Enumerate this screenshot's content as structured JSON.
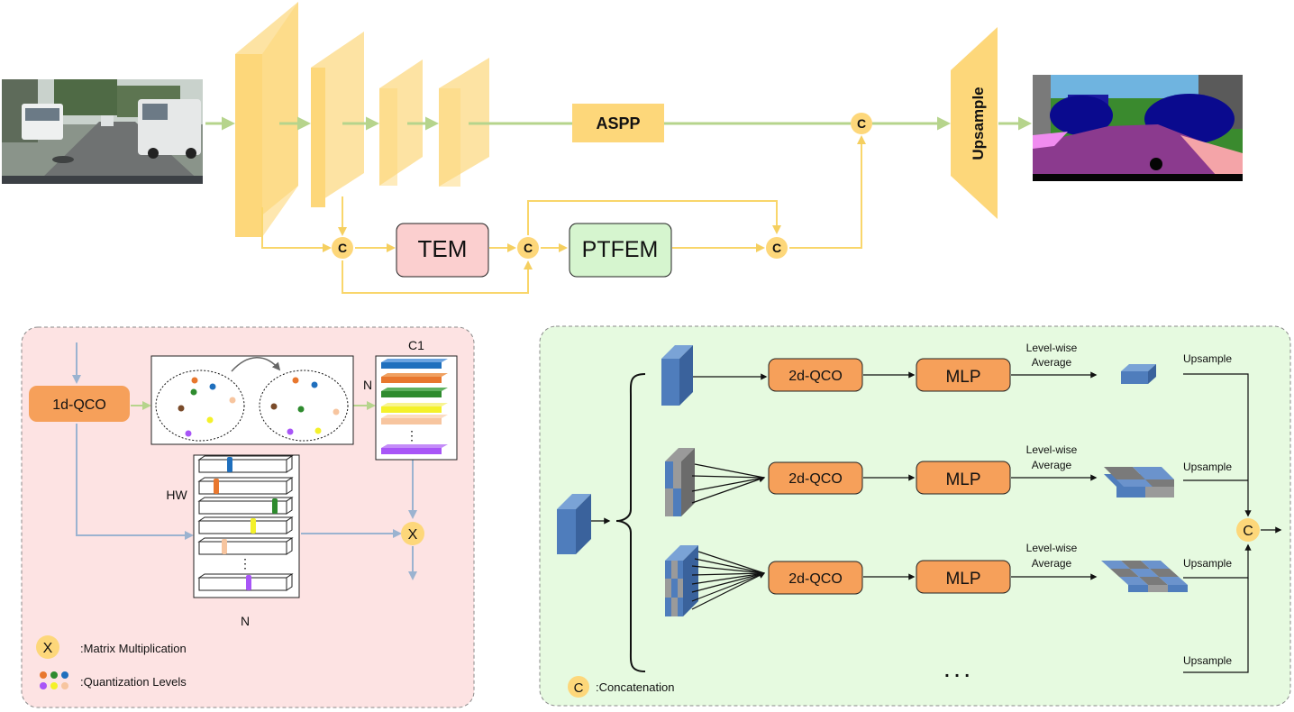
{
  "top": {
    "aspp": "ASPP",
    "tem": "TEM",
    "ptfem": "PTFEM",
    "upsample": "Upsample",
    "concat": "C"
  },
  "tem_panel": {
    "qco": "1d-QCO",
    "c1": "C1",
    "n_side": "N",
    "hw": "HW",
    "n_bottom": "N",
    "dots": "⋮",
    "matmul_symbol": "X",
    "legend_matmul": ":Matrix Multiplication",
    "legend_levels": ":Quantization Levels"
  },
  "ptfem_panel": {
    "qco": "2d-QCO",
    "mlp": "MLP",
    "level_wise_line1": "Level-wise",
    "level_wise_line2": "Average",
    "upsample": "Upsample",
    "concat_symbol": "C",
    "ellipsis": ". . .",
    "legend_concat": ":Concatenation"
  },
  "colors": {
    "encoder_yellow": "#fdd77a",
    "encoder_light": "#fde3a3",
    "arrow_green": "#b6d48c",
    "arrow_yellow": "#f9d66b",
    "tem_fill": "#fbcfcf",
    "ptfem_fill": "#d6f5cf",
    "panel_pink": "#fde3e3",
    "panel_green": "#e6fae0",
    "orange_box": "#f6a05a",
    "blue_arrow": "#9bb3d0",
    "cube_blue": "#4f7dbc"
  },
  "quantization_colors": [
    "#e8772e",
    "#1f6fbd",
    "#2e8b2e",
    "#7a4b2a",
    "#f4f12a",
    "#a855f7",
    "#f7c59f"
  ]
}
